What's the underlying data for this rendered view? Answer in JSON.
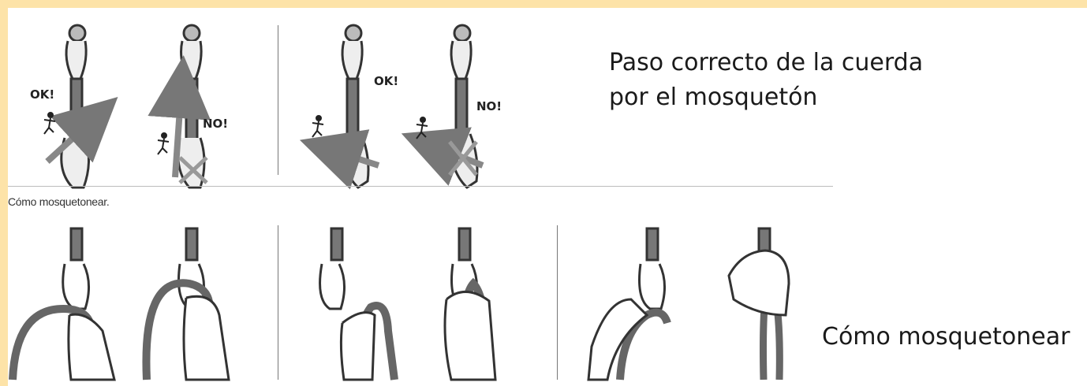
{
  "captions": {
    "main_line1": "Paso correcto de la cuerda",
    "main_line2": "por el mosquetón",
    "secondary": "Cómo mosquetonear",
    "figure_caption": "Cómo mosquetonear."
  },
  "labels": {
    "ok": "OK!",
    "no": "NO!"
  },
  "colors": {
    "background": "#fde3a8",
    "panel": "#ffffff",
    "ink": "#222222"
  }
}
